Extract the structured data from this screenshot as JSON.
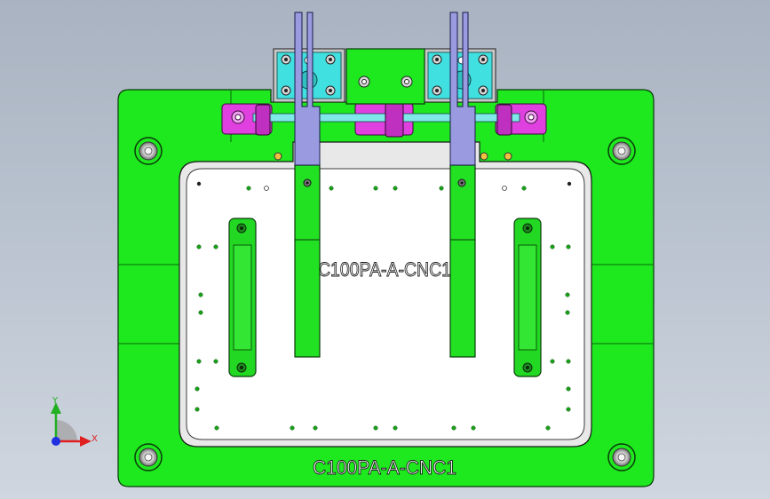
{
  "part_label_center": "C100PA-A-CNC1",
  "part_label_bottom": "C100PA-A-CNC1",
  "triad": {
    "x_label": "X",
    "y_label": "Y",
    "x_color": "#e02020",
    "y_color": "#20b020",
    "origin_color": "#2030e0"
  },
  "colors": {
    "base_plate": "#1ee81e",
    "pocket_floor": "#ffffff",
    "clamp_arm_top": "#9a9ae0",
    "clamp_arm_body": "#22e022",
    "cylinder_block": "#c8c8c8",
    "cylinder_accent": "#40e0e0",
    "pin_bracket": "#e040e0",
    "rod": "#7fe8e8"
  },
  "icons": [
    "mounting-bolt-icon",
    "dowel-pin-icon",
    "triad-icon"
  ]
}
